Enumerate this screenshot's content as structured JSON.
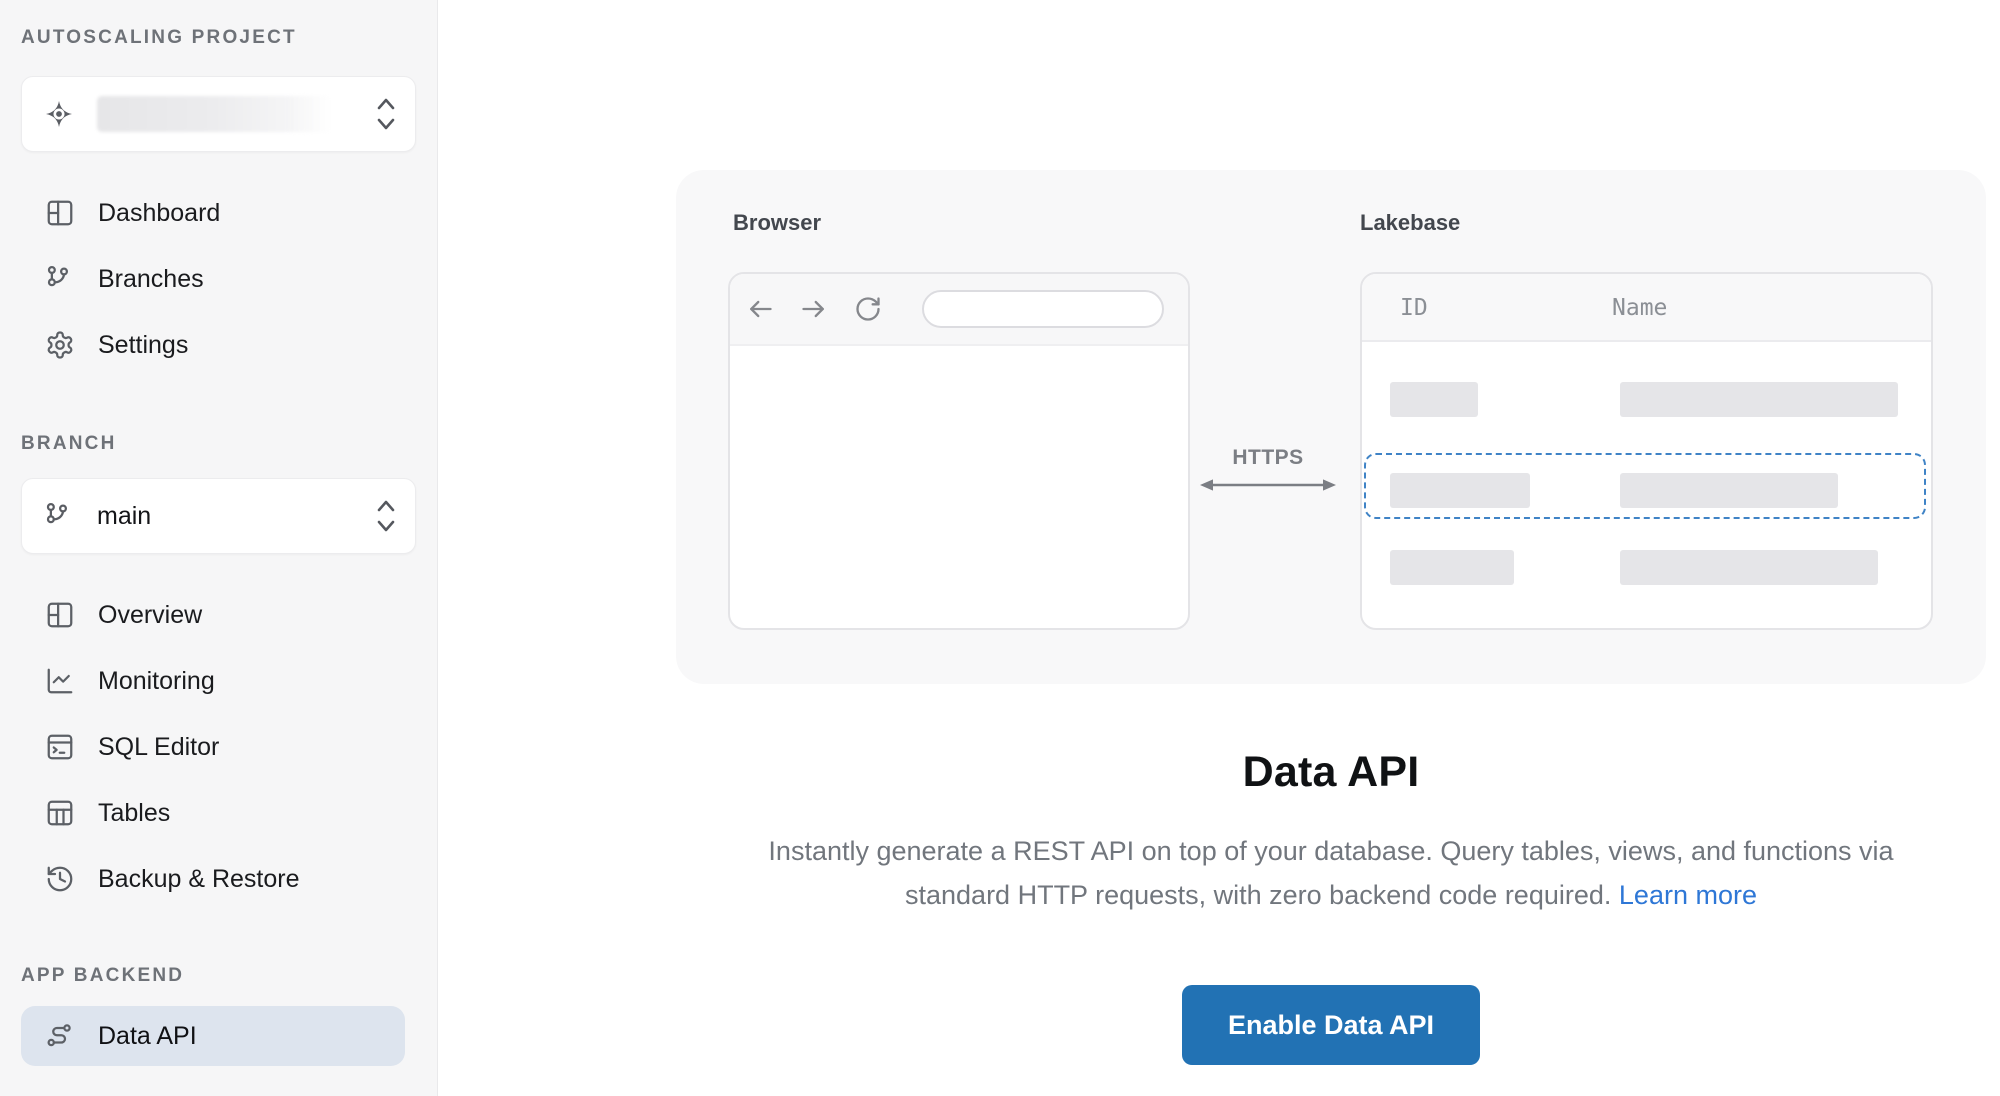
{
  "sidebar": {
    "project_section_label": "AUTOSCALING PROJECT",
    "branch_section_label": "BRANCH",
    "backend_section_label": "APP BACKEND",
    "branch_selector_value": "main",
    "nav_project": [
      {
        "label": "Dashboard"
      },
      {
        "label": "Branches"
      },
      {
        "label": "Settings"
      }
    ],
    "nav_branch": [
      {
        "label": "Overview"
      },
      {
        "label": "Monitoring"
      },
      {
        "label": "SQL Editor"
      },
      {
        "label": "Tables"
      },
      {
        "label": "Backup & Restore"
      }
    ],
    "nav_backend": [
      {
        "label": "Data API",
        "active": true
      }
    ]
  },
  "diagram": {
    "browser_label": "Browser",
    "lakebase_label": "Lakebase",
    "connection_label": "HTTPS",
    "columns": {
      "id": "ID",
      "name": "Name"
    }
  },
  "content": {
    "title": "Data API",
    "description_line1": "Instantly generate a REST API on top of your database. Query tables, views, and functions via",
    "description_line2": "standard HTTP requests, with zero backend code required.",
    "learn_more_label": "Learn more",
    "enable_button_label": "Enable Data API"
  },
  "colors": {
    "accent_blue": "#2272b4",
    "link_blue": "#2e77d6",
    "selection_dashed_blue": "#3f83c6",
    "active_item_bg": "#dde4ee",
    "sidebar_bg": "#f6f6f7",
    "panel_bg": "#f8f8f9"
  }
}
